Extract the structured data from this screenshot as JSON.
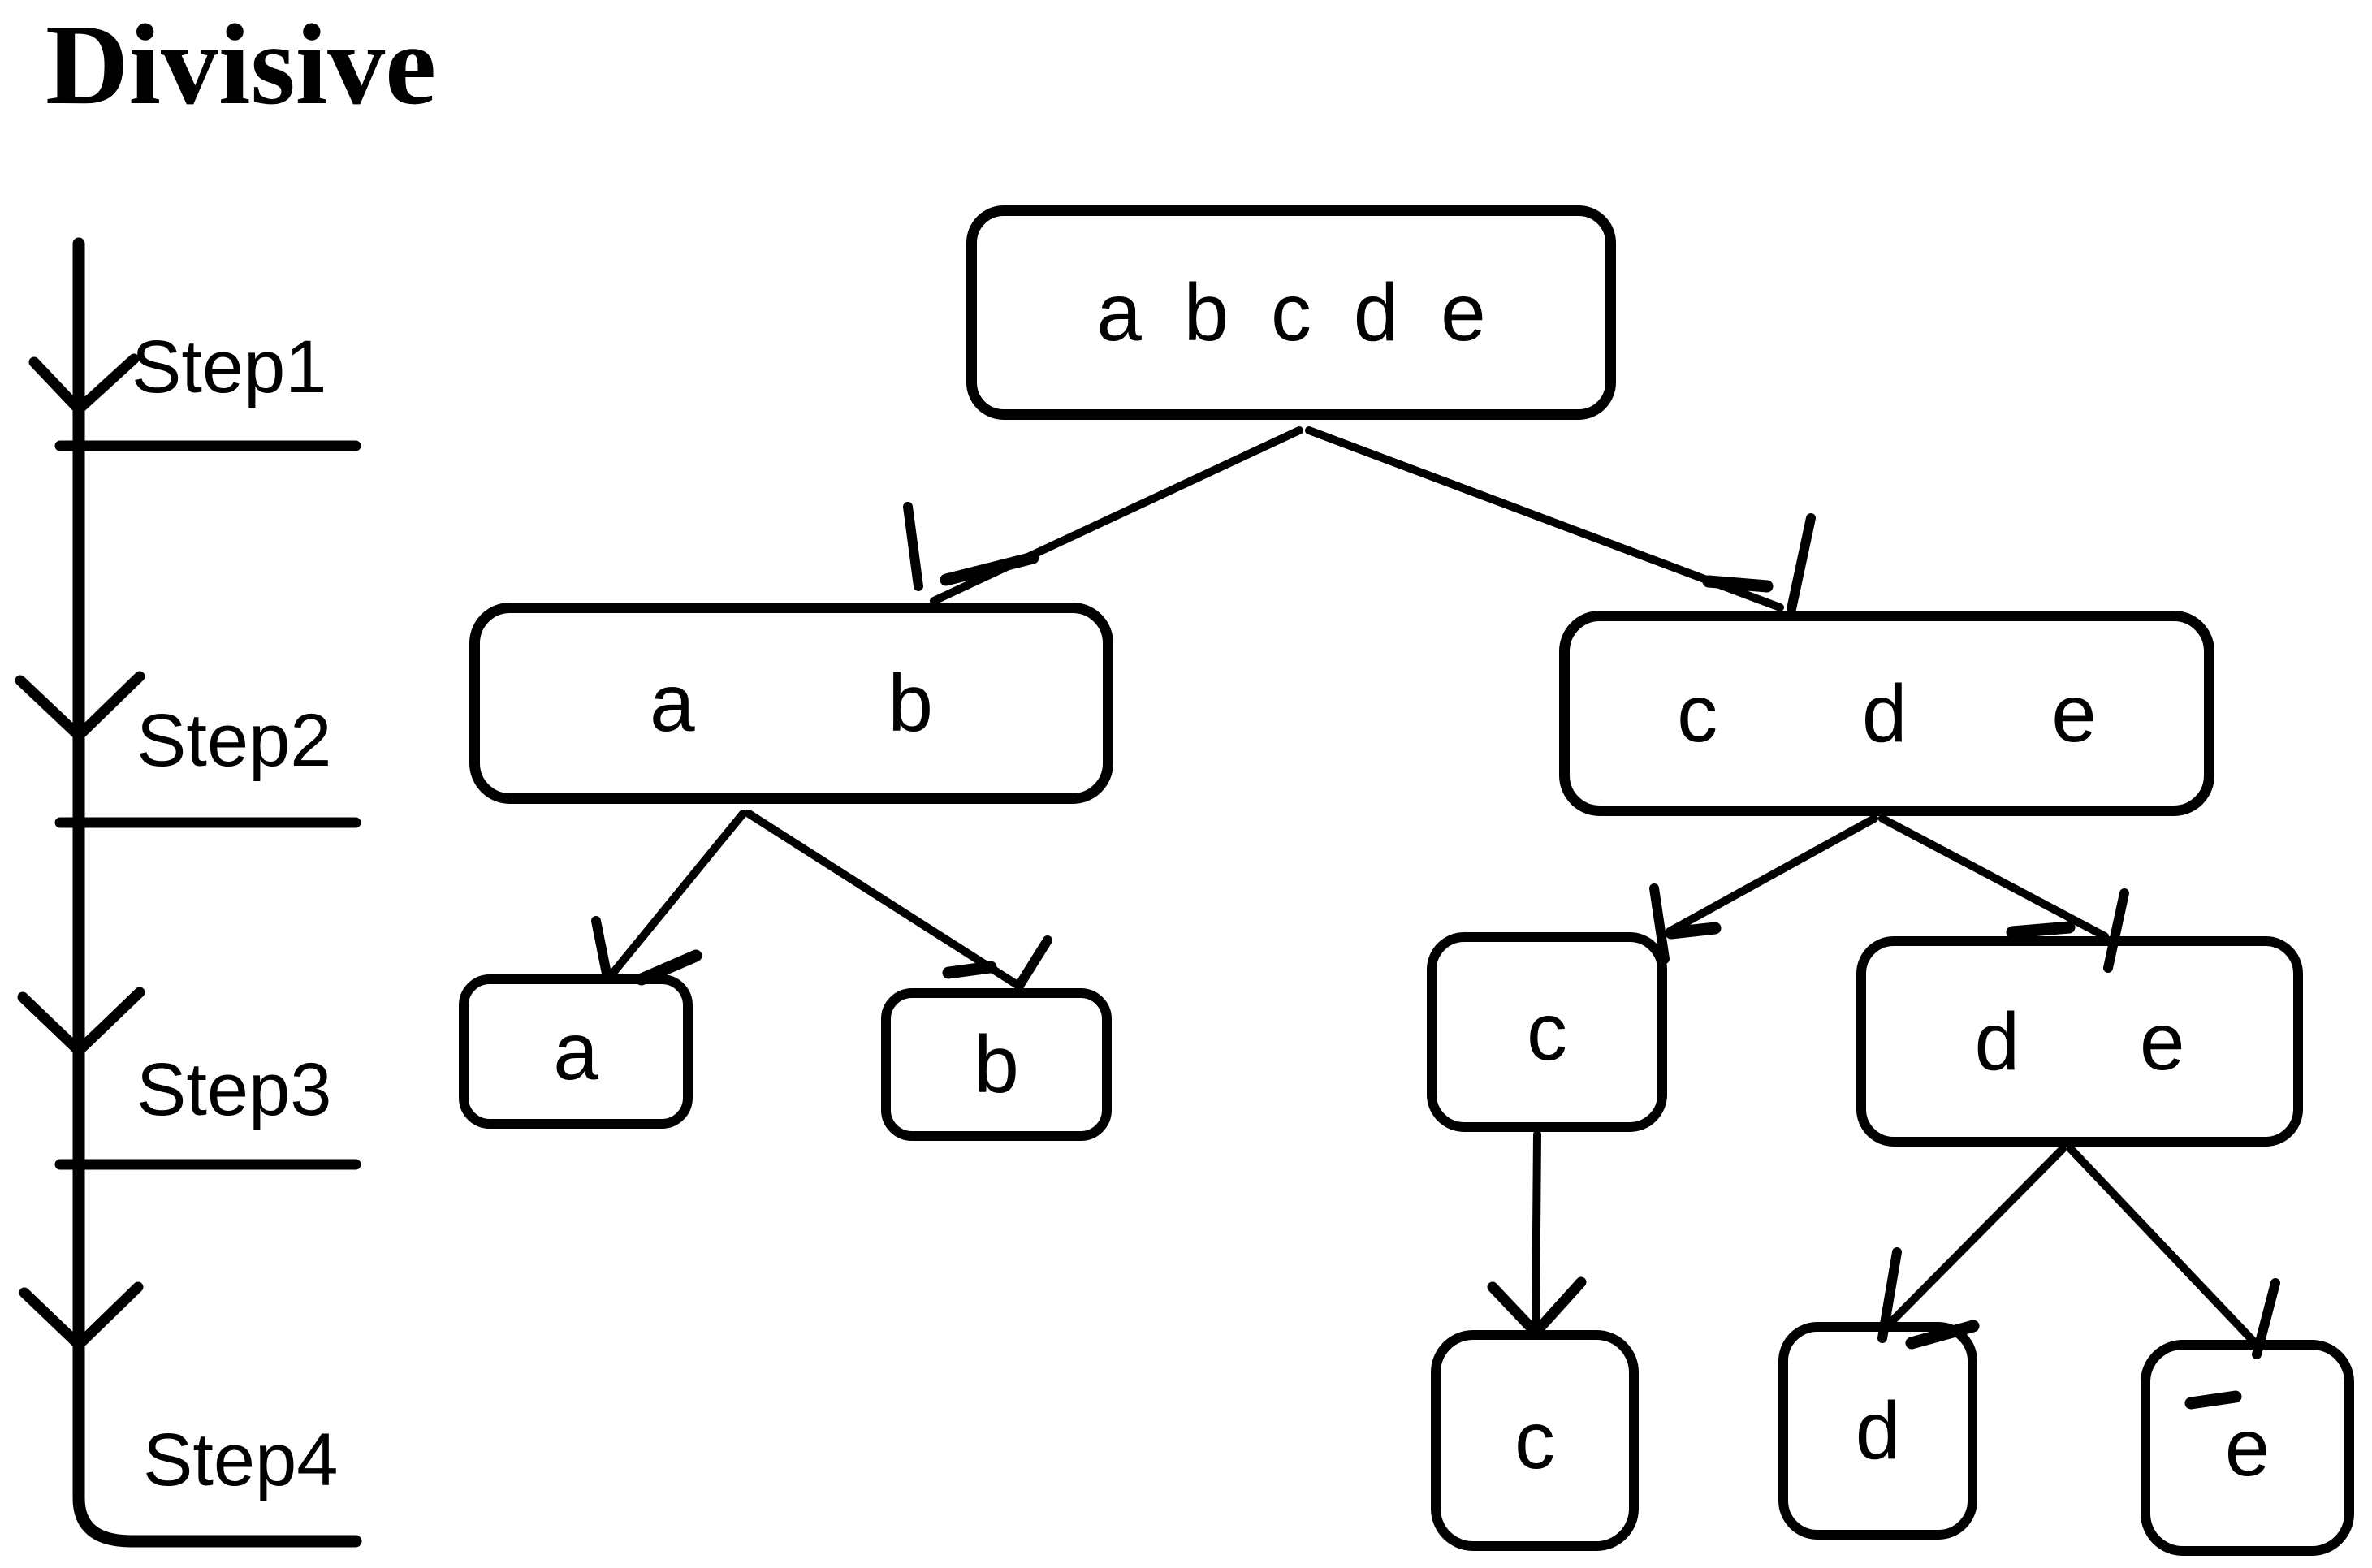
{
  "title": "Divisive",
  "colors": {
    "ink": "#000000",
    "background": "#ffffff"
  },
  "timeline": {
    "steps": [
      {
        "label": "Step1"
      },
      {
        "label": "Step2"
      },
      {
        "label": "Step3"
      },
      {
        "label": "Step4"
      }
    ]
  },
  "tree": {
    "nodes": {
      "root": {
        "label": "a b c d e"
      },
      "ab": {
        "label": "a b"
      },
      "cde": {
        "label": "c d e"
      },
      "a": {
        "label": "a"
      },
      "b": {
        "label": "b"
      },
      "c_mid": {
        "label": "c"
      },
      "de": {
        "label": "d e"
      },
      "c_leaf": {
        "label": "c"
      },
      "d_leaf": {
        "label": "d"
      },
      "e_leaf": {
        "label": "e"
      }
    },
    "edges": [
      {
        "from": "root",
        "to": "ab"
      },
      {
        "from": "root",
        "to": "cde"
      },
      {
        "from": "ab",
        "to": "a"
      },
      {
        "from": "ab",
        "to": "b"
      },
      {
        "from": "cde",
        "to": "c_mid"
      },
      {
        "from": "cde",
        "to": "de"
      },
      {
        "from": "c_mid",
        "to": "c_leaf"
      },
      {
        "from": "de",
        "to": "d_leaf"
      },
      {
        "from": "de",
        "to": "e_leaf"
      }
    ]
  }
}
